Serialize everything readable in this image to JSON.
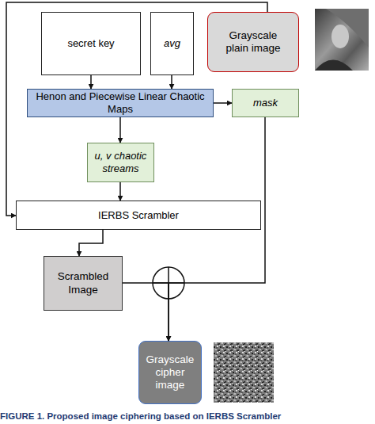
{
  "diagram": {
    "caption": "FIGURE 1. Proposed image ciphering based on IERBS Scrambler",
    "nodes": [
      {
        "text": [
          "secret key"
        ]
      },
      {
        "text": [
          "avg"
        ]
      },
      {
        "text": [
          "Grayscale plain image"
        ]
      },
      {
        "text": [
          "Henon and Piecewise Linear Chaotic Maps"
        ]
      },
      {
        "text": [
          "mask"
        ]
      },
      {
        "text": [
          "u, v chaotic streams"
        ]
      },
      {
        "text": [
          "IERBS Scrambler"
        ]
      },
      {
        "text": [
          "Scrambled Image"
        ]
      },
      {
        "text": [
          "Grayscale cipher image"
        ]
      }
    ],
    "edges": [
      {
        "from": 0,
        "to": 3,
        "arrow": "to"
      },
      {
        "from": 1,
        "to": 3,
        "arrow": "to"
      },
      {
        "from": 2,
        "to": 6,
        "arrow": "to"
      },
      {
        "from": 3,
        "to": 4,
        "arrow": "to"
      },
      {
        "from": 3,
        "to": 5,
        "arrow": "to"
      },
      {
        "from": 5,
        "to": 6,
        "arrow": "to"
      },
      {
        "from": 6,
        "to": 7,
        "arrow": "to"
      },
      {
        "from": 7,
        "to": 8,
        "arrow": "to"
      },
      {
        "from": 4,
        "to": 8,
        "arrow": "to"
      }
    ]
  }
}
